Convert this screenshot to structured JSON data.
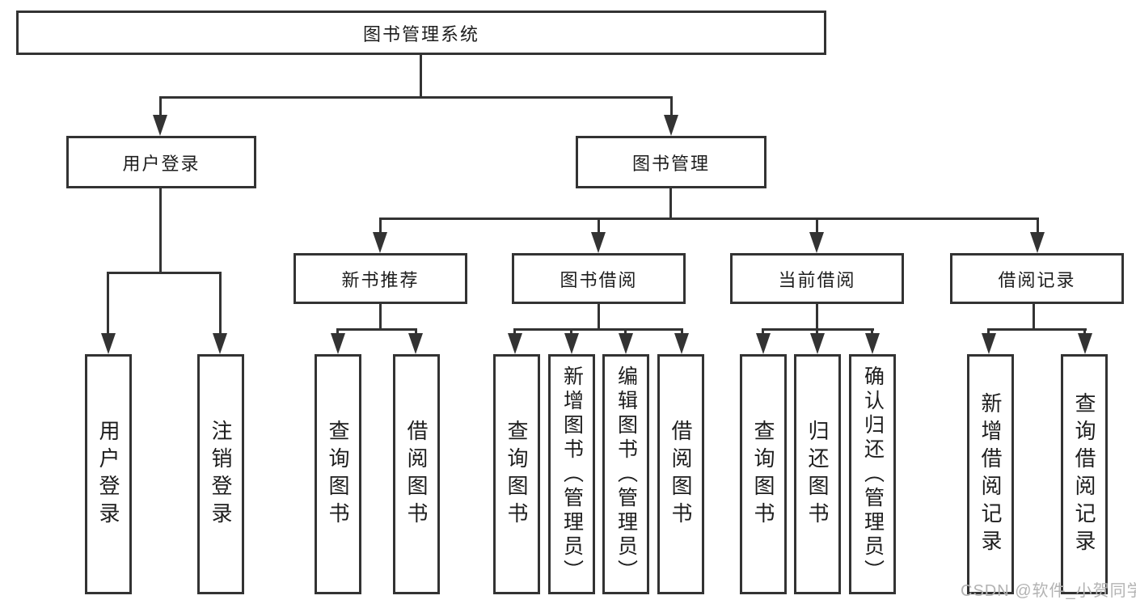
{
  "tree": {
    "root": {
      "label": "图书管理系统"
    },
    "branches": [
      {
        "label": "用户登录",
        "children": [
          {
            "label": "用户登录"
          },
          {
            "label": "注销登录"
          }
        ]
      },
      {
        "label": "图书管理",
        "children": [
          {
            "label": "新书推荐",
            "children": [
              {
                "label": "查询图书"
              },
              {
                "label": "借阅图书"
              }
            ]
          },
          {
            "label": "图书借阅",
            "children": [
              {
                "label": "查询图书"
              },
              {
                "label": "新增图书（管理员）"
              },
              {
                "label": "编辑图书（管理员）"
              },
              {
                "label": "借阅图书"
              }
            ]
          },
          {
            "label": "当前借阅",
            "children": [
              {
                "label": "查询图书"
              },
              {
                "label": "归还图书"
              },
              {
                "label": "确认归还（管理员）"
              }
            ]
          },
          {
            "label": "借阅记录",
            "children": [
              {
                "label": "新增借阅记录"
              },
              {
                "label": "查询借阅记录"
              }
            ]
          }
        ]
      }
    ]
  },
  "watermark": {
    "text": "CSDN @软件_小贺同学"
  },
  "colors": {
    "line": "#333333",
    "text": "#1d1d1d",
    "background": "#ffffff",
    "watermark": "#b3b3b3"
  }
}
